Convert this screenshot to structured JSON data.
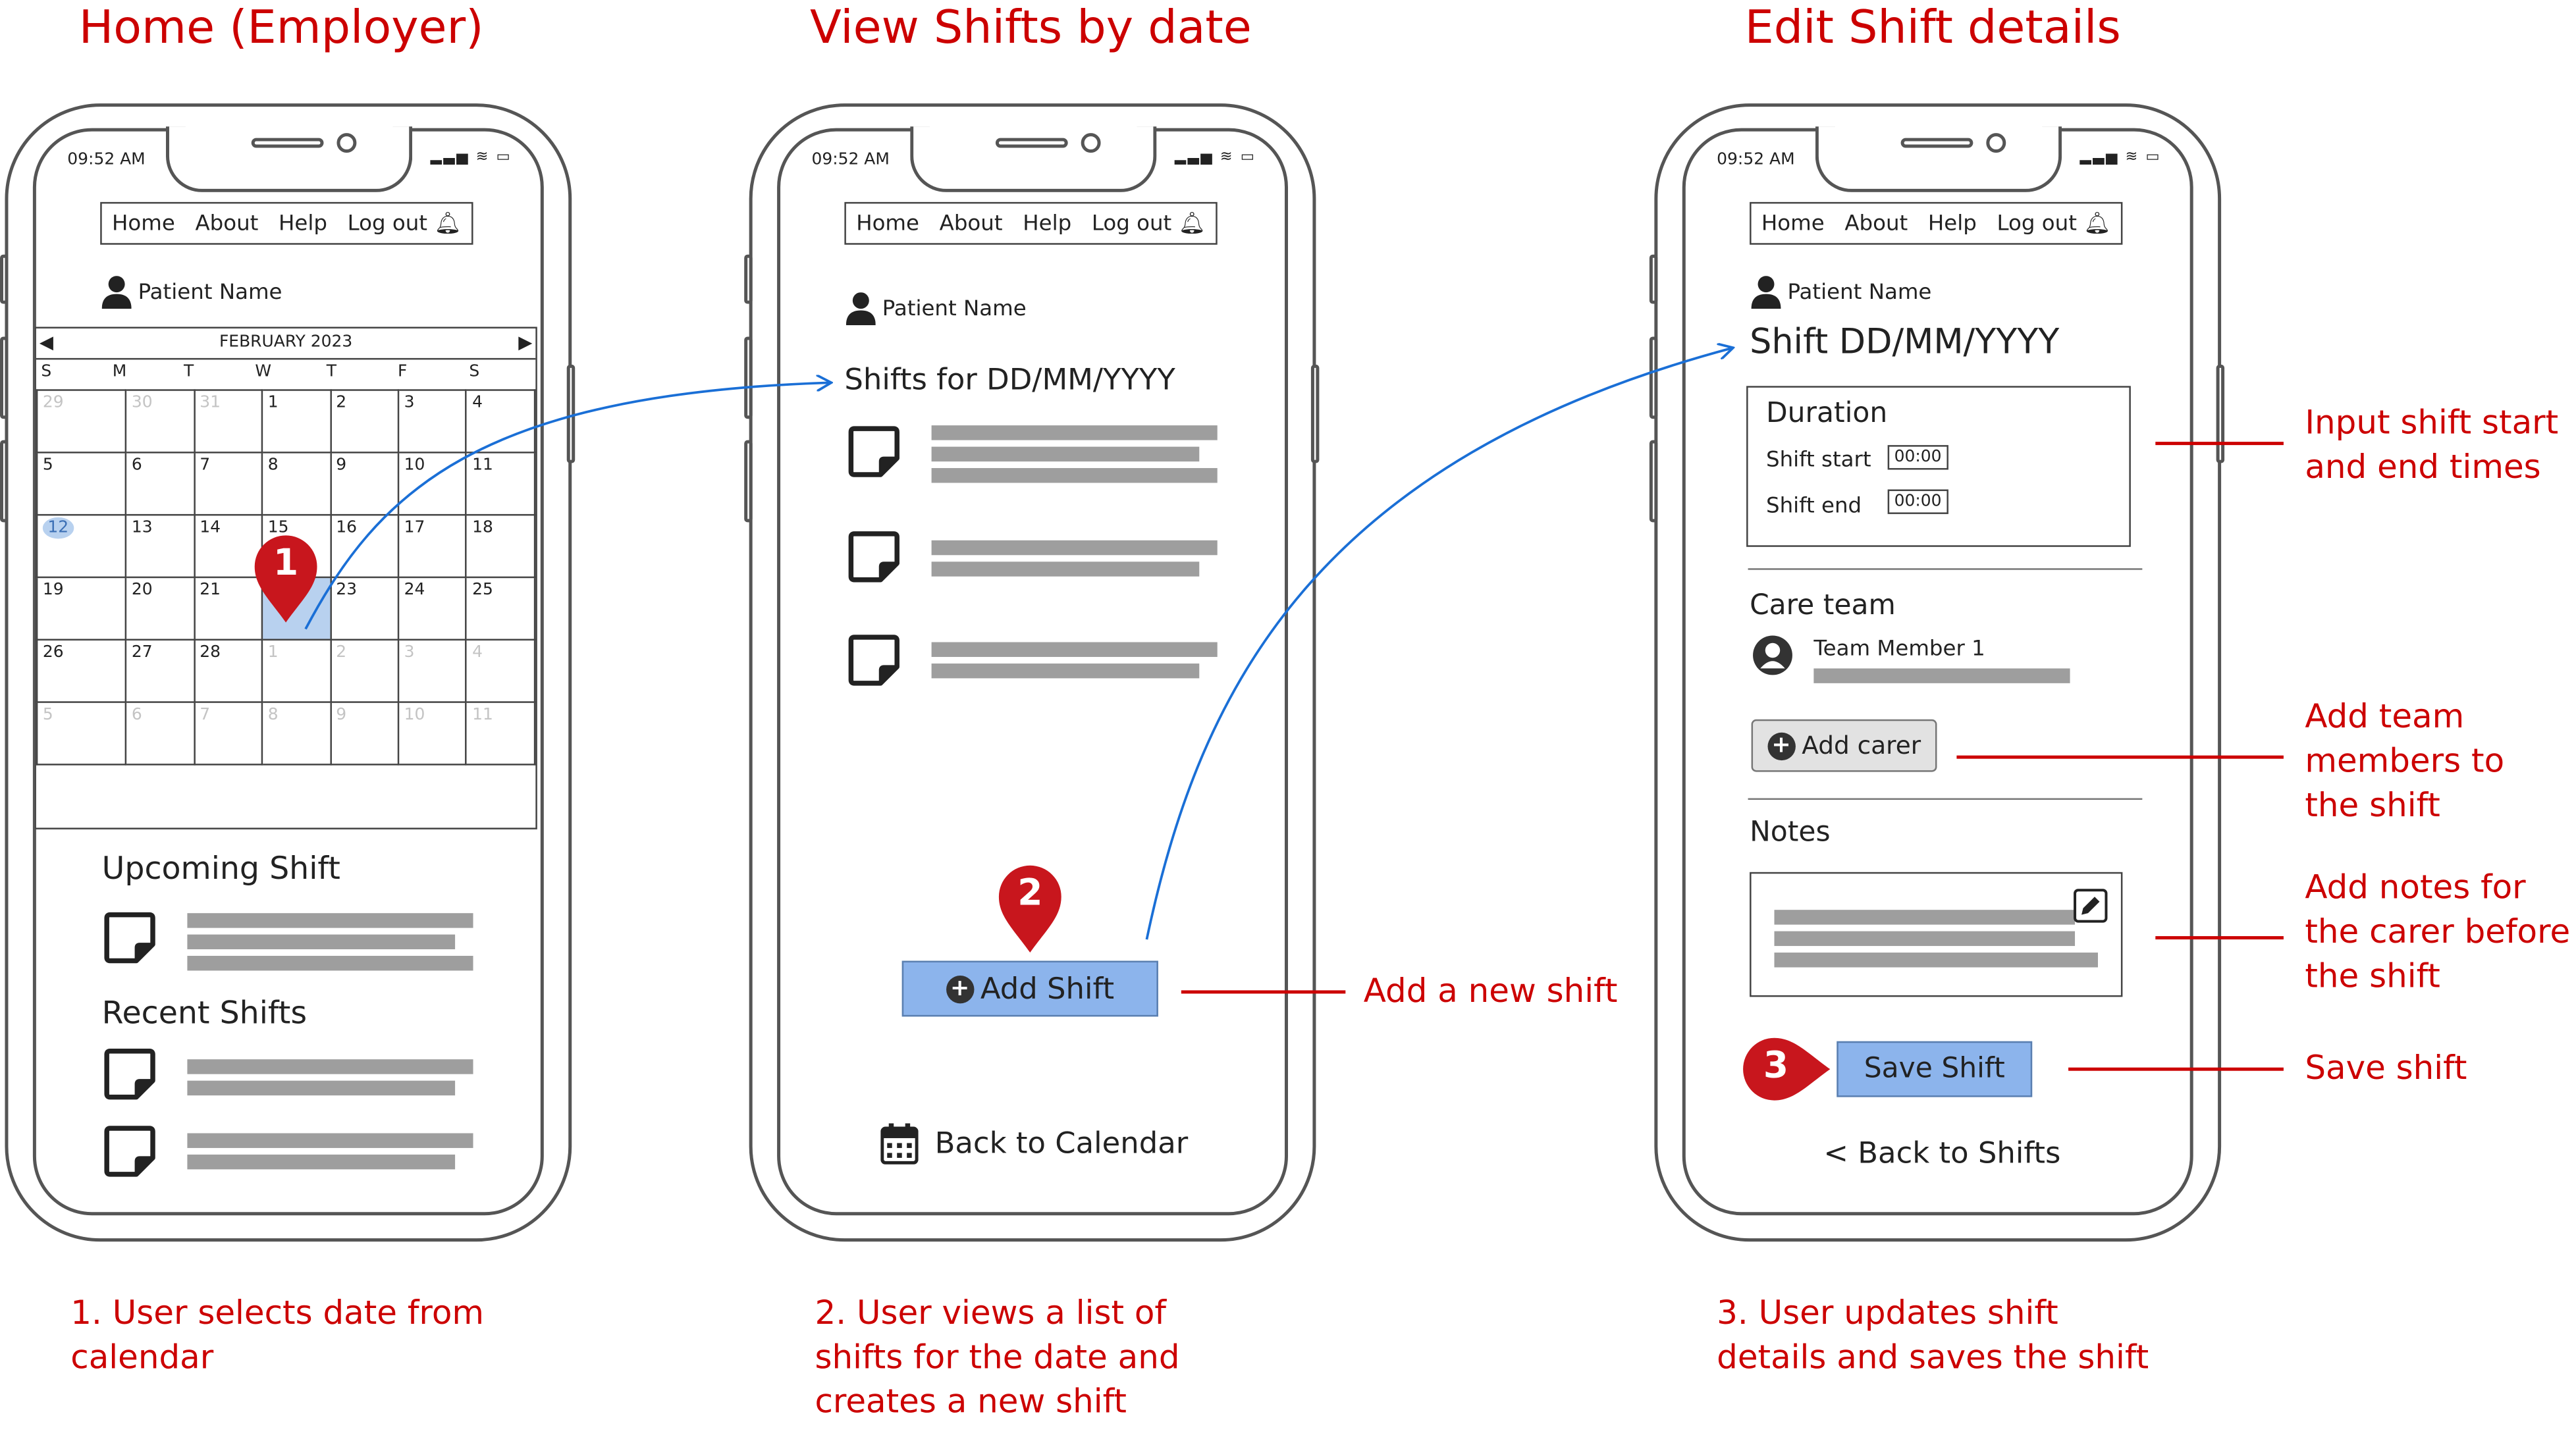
{
  "titles": {
    "home": "Home (Employer)",
    "view": "View Shifts by date",
    "edit": "Edit Shift details"
  },
  "captions": {
    "step1": [
      "1. User selects date from",
      "calendar"
    ],
    "step2": [
      "2. User views a list of",
      "shifts for the date and",
      "creates a new shift"
    ],
    "step3": [
      "3. User updates shift",
      "details and saves the shift"
    ]
  },
  "annotations": {
    "add_shift": "Add a new shift",
    "input_times": [
      "Input shift start",
      "and end times"
    ],
    "add_team": [
      "Add team",
      "members to",
      "the shift"
    ],
    "add_notes": [
      "Add notes for",
      "the carer before",
      "the shift"
    ],
    "save": "Save shift"
  },
  "phone": {
    "time": "09:52 AM",
    "nav": [
      "Home",
      "About",
      "Help",
      "Log out"
    ],
    "patient_name": "Patient Name"
  },
  "calendar": {
    "month": "FEBRUARY 2023",
    "weekdays": [
      "S",
      "M",
      "T",
      "W",
      "T",
      "F",
      "S"
    ],
    "weeks": [
      [
        "29",
        "30",
        "31",
        "1",
        "2",
        "3",
        "4"
      ],
      [
        "5",
        "6",
        "7",
        "8",
        "9",
        "10",
        "11"
      ],
      [
        "12",
        "13",
        "14",
        "15",
        "16",
        "17",
        "18"
      ],
      [
        "19",
        "20",
        "21",
        "22",
        "23",
        "24",
        "25"
      ],
      [
        "26",
        "27",
        "28",
        "1",
        "2",
        "3",
        "4"
      ],
      [
        "5",
        "6",
        "7",
        "8",
        "9",
        "10",
        "11"
      ]
    ],
    "today": "12",
    "selected": "22"
  },
  "home_screen": {
    "upcoming": "Upcoming Shift",
    "recent": "Recent Shifts"
  },
  "view_screen": {
    "heading": "Shifts for DD/MM/YYYY",
    "add_shift": "Add Shift",
    "back": "Back to Calendar"
  },
  "edit_screen": {
    "heading": "Shift DD/MM/YYYY",
    "duration": "Duration",
    "shift_start": "Shift start",
    "shift_end": "Shift end",
    "time_value": "00:00",
    "care_team": "Care team",
    "member": "Team Member 1",
    "add_carer": "Add carer",
    "notes": "Notes",
    "save": "Save Shift",
    "back": "< Back to Shifts"
  },
  "markers": [
    "1",
    "2",
    "3"
  ],
  "colors": {
    "accent_red": "#cc0000",
    "button_blue": "#8cb4ec",
    "flow_arrow": "#1a6fd6",
    "selected_day": "#b8d1ef"
  }
}
